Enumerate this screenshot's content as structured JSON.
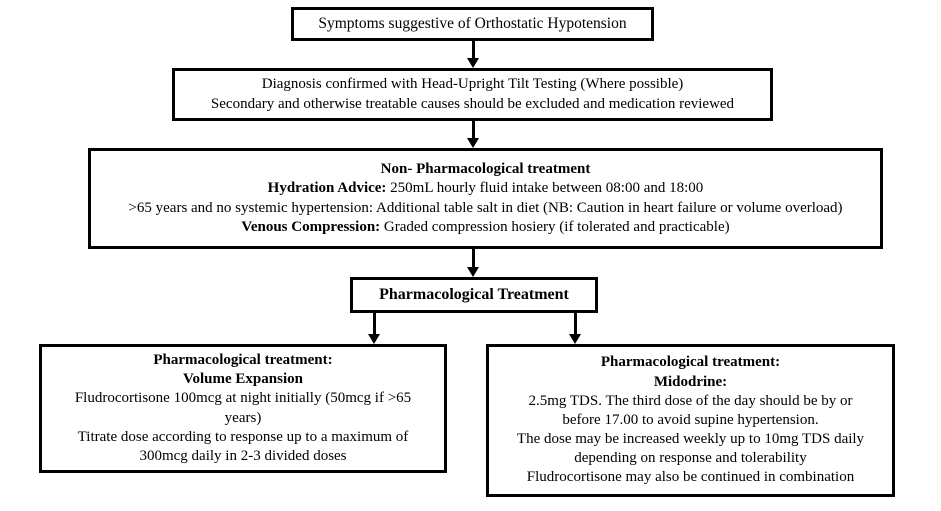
{
  "diagram": {
    "title": "Orthostatic Hypotension management flowchart",
    "nodes": {
      "symptoms": {
        "lines": [
          {
            "text": "Symptoms suggestive of Orthostatic Hypotension",
            "bold": false
          }
        ]
      },
      "diagnosis": {
        "lines": [
          {
            "text": "Diagnosis confirmed with Head-Upright Tilt Testing (Where possible)",
            "bold": false
          },
          {
            "text": "Secondary and otherwise treatable causes should be excluded and medication reviewed",
            "bold": false
          }
        ]
      },
      "non_pharmacological": {
        "heading": "Non- Pharmacological treatment",
        "line1_label": "Hydration Advice:",
        "line1_text": " 250mL hourly fluid intake between 08:00 and 18:00",
        "line2_text": ">65 years and no systemic hypertension: Additional table salt in diet (NB: Caution in heart failure or volume overload)",
        "line3_label": "Venous Compression:",
        "line3_text": " Graded compression hosiery (if tolerated and practicable)"
      },
      "pharmacological": {
        "label": "Pharmacological Treatment"
      },
      "volume_expansion": {
        "heading1": "Pharmacological treatment:",
        "heading2": "Volume Expansion",
        "lines": [
          "Fludrocortisone 100mcg at night initially (50mcg if >65",
          "years)",
          "Titrate dose according to response up to a maximum of",
          "300mcg daily in 2-3 divided doses"
        ]
      },
      "midodrine": {
        "heading1": "Pharmacological treatment:",
        "heading2": "Midodrine:",
        "lines": [
          "2.5mg TDS. The third dose of the day should be by or",
          "before 17.00 to avoid supine hypertension.",
          "The dose may be increased weekly up to 10mg TDS daily",
          "depending on response and tolerability",
          "Fludrocortisone may also be continued in combination"
        ]
      }
    },
    "colors": {
      "border": "#000000",
      "background": "#ffffff",
      "text": "#000000"
    }
  }
}
